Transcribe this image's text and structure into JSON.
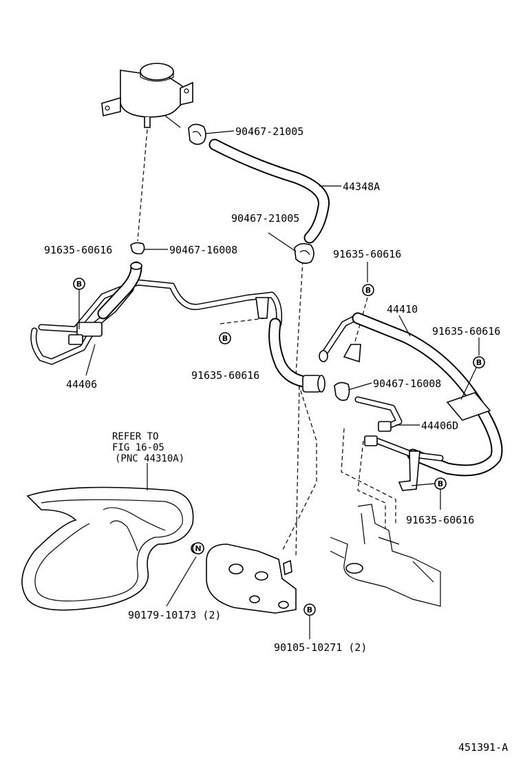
{
  "diagram": {
    "labels": {
      "reservoir_clamp": "90467-21005",
      "reservoir_hose": "44348A",
      "pump_clamp": "90467-21005",
      "left_bolt": "91635-60616",
      "left_clamp": "90467-16008",
      "center_bolt": "91635-60616",
      "left_tube": "44406",
      "right_bolt_top": "91635-60616",
      "pressure_hose": "44410",
      "right_bolt_mid": "91635-60616",
      "gear_clamp": "90467-16008",
      "gear_tube": "44406D",
      "right_bolt_low": "91635-60616",
      "pump_bolt_n": "90179-10173 (2)",
      "pump_bolt_b": "90105-10271 (2)",
      "figure_id": "451391-A"
    },
    "refer_note": [
      "REFER TO",
      "FIG 16-05",
      "(PNC 44310A)"
    ],
    "marks": {
      "b": "B",
      "n": "N"
    }
  }
}
